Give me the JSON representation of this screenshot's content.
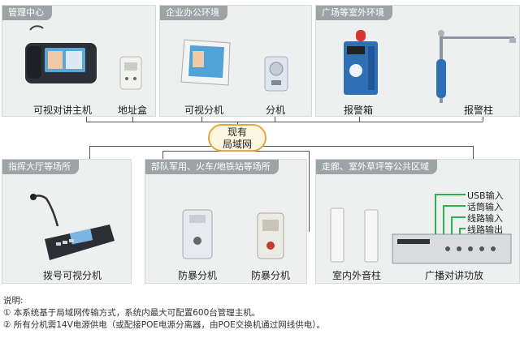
{
  "panels": {
    "management": "管理中心",
    "office": "企业办公环境",
    "square": "广场等室外环境",
    "lobby": "指挥大厅等场所",
    "military": "部队军用、火车/地铁站等场所",
    "corridor": "走廊、室外草坪等公共区域"
  },
  "devices": {
    "video_host": "可视对讲主机",
    "address_box": "地址盒",
    "video_extension": "可视分机",
    "extension": "分机",
    "alarm_box": "报警箱",
    "alarm_pillar": "报警柱",
    "dial_video_extension": "拨号可视分机",
    "explosion_extension_1": "防暴分机",
    "explosion_extension_2": "防暴分机",
    "indoor_speaker": "室内外音柱",
    "broadcast_amplifier": "广播对讲功放"
  },
  "network": {
    "line1": "现有",
    "line2": "局域网"
  },
  "amp_ports": [
    "USB输入",
    "话筒输入",
    "线路输入",
    "线路输出"
  ],
  "notes": {
    "title": "说明:",
    "item1": "① 本系统基于局域网传输方式，系统内最大可配置600台管理主机。",
    "item2": "② 所有分机需14V电源供电（或配接POE电源分离器，由POE交换机通过网线供电）。"
  },
  "colors": {
    "panel_title_bg": "#9da4a8",
    "wire": "#555555",
    "port_line": "#2fb24a",
    "node_border": "#e0a93a"
  }
}
